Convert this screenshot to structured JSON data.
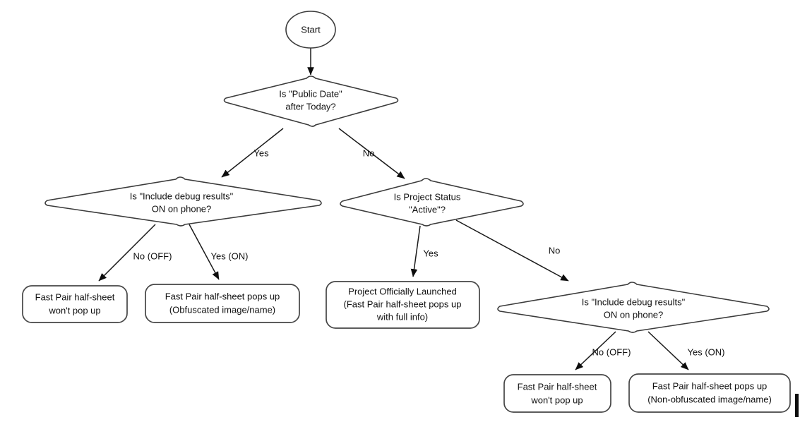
{
  "diagram": {
    "title": "Fast Pair half-sheet decision flowchart",
    "background_color": "#ffffff",
    "line_color": "#1a1a1a",
    "node_stroke_color": "#3b3b3b",
    "text_color": "#111111"
  },
  "nodes": {
    "start": {
      "type": "terminator-ellipse",
      "label": "Start"
    },
    "decision_public_date": {
      "type": "decision",
      "line1": "Is \"Public Date\"",
      "line2": "after Today?"
    },
    "decision_debug_left": {
      "type": "decision",
      "line1": "Is \"Include debug results\"",
      "line2": "ON on phone?"
    },
    "decision_project_status": {
      "type": "decision",
      "line1": "Is Project Status",
      "line2": "\"Active\"?"
    },
    "decision_debug_right": {
      "type": "decision",
      "line1": "Is \"Include debug results\"",
      "line2": "ON on phone?"
    },
    "result_left_off": {
      "type": "terminator-rounded",
      "line1": "Fast Pair half-sheet",
      "line2": "won't pop up"
    },
    "result_left_on": {
      "type": "terminator-rounded",
      "line1": "Fast Pair half-sheet pops up",
      "line2": "(Obfuscated image/name)"
    },
    "result_launched": {
      "type": "terminator-rounded",
      "line1": "Project Officially Launched",
      "line2": "(Fast Pair half-sheet pops up",
      "line3": "with full info)"
    },
    "result_right_off": {
      "type": "terminator-rounded",
      "line1": "Fast Pair half-sheet",
      "line2": "won't pop up"
    },
    "result_right_on": {
      "type": "terminator-rounded",
      "line1": "Fast Pair half-sheet pops up",
      "line2": "(Non-obfuscated image/name)"
    }
  },
  "edges": {
    "start_to_public_date": {
      "label": ""
    },
    "public_date_yes": {
      "label": "Yes"
    },
    "public_date_no": {
      "label": "No"
    },
    "debug_left_off": {
      "label": "No (OFF)"
    },
    "debug_left_on": {
      "label": "Yes (ON)"
    },
    "project_status_yes": {
      "label": "Yes"
    },
    "project_status_no": {
      "label": "No"
    },
    "debug_right_off": {
      "label": "No (OFF)"
    },
    "debug_right_on": {
      "label": "Yes (ON)"
    }
  }
}
